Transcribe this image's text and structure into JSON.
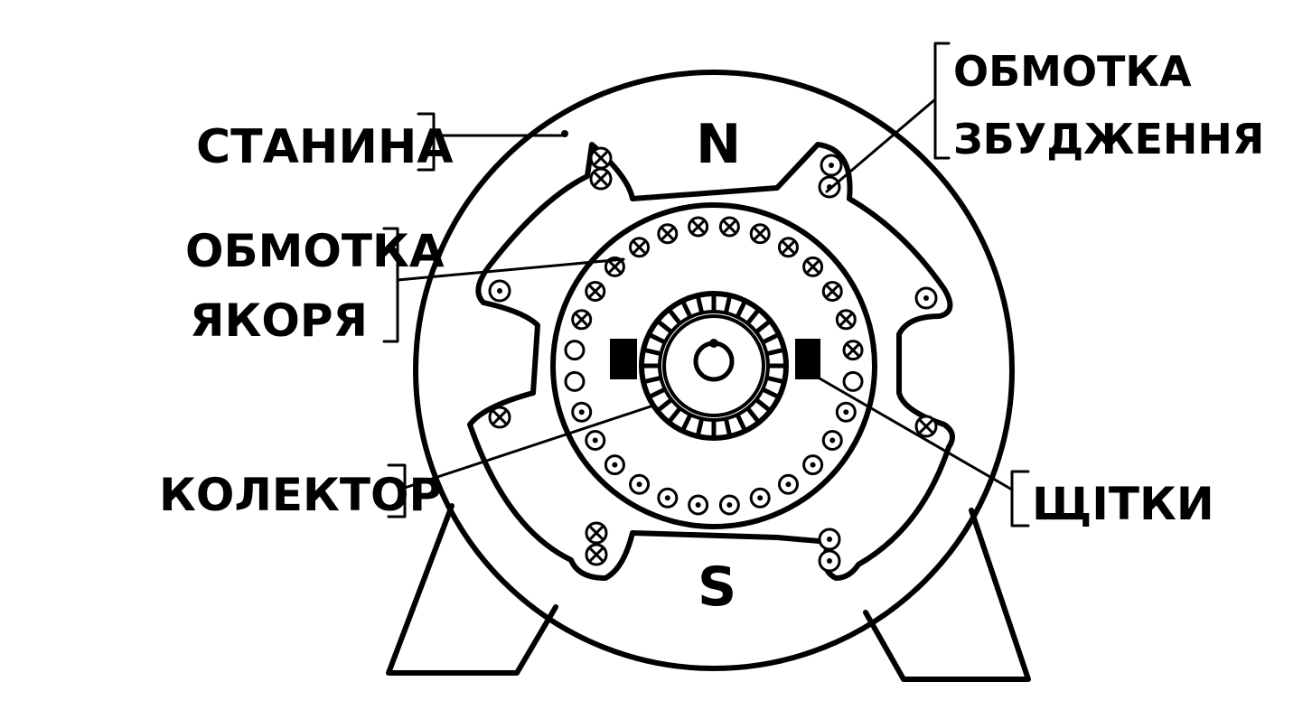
{
  "labels": {
    "frame": "СТАНИНА",
    "field_winding_line1": "ОБМОТКА",
    "field_winding_line2": "ЗБУДЖЕННЯ",
    "armature_winding_line1": "ОБМОТКА",
    "armature_winding_line2": "ЯКОРЯ",
    "commutator": "КОЛЕКТОР",
    "brushes": "ЩІТКИ",
    "pole_north": "N",
    "pole_south": "S"
  },
  "colors": {
    "ink": "#000000",
    "paper": "#ffffff"
  }
}
